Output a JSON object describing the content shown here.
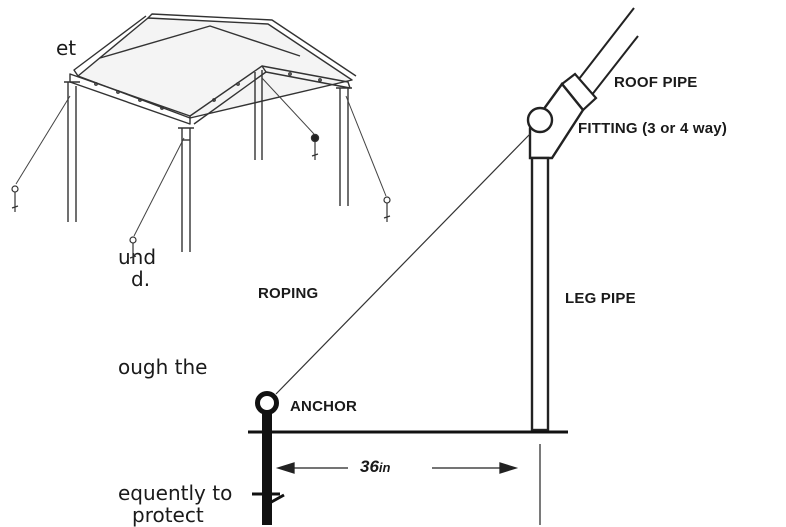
{
  "side_text": {
    "line1": "et",
    "line2": "und",
    "line3": "d.",
    "line4": "ough the",
    "line5": "equently to",
    "line6": "protect"
  },
  "labels": {
    "roof_pipe": "ROOF PIPE",
    "fitting": "FITTING (3 or 4 way)",
    "roping": "ROPING",
    "leg_pipe": "LEG PIPE",
    "anchor": "ANCHOR"
  },
  "dimension": {
    "value": "36",
    "unit": "in"
  }
}
